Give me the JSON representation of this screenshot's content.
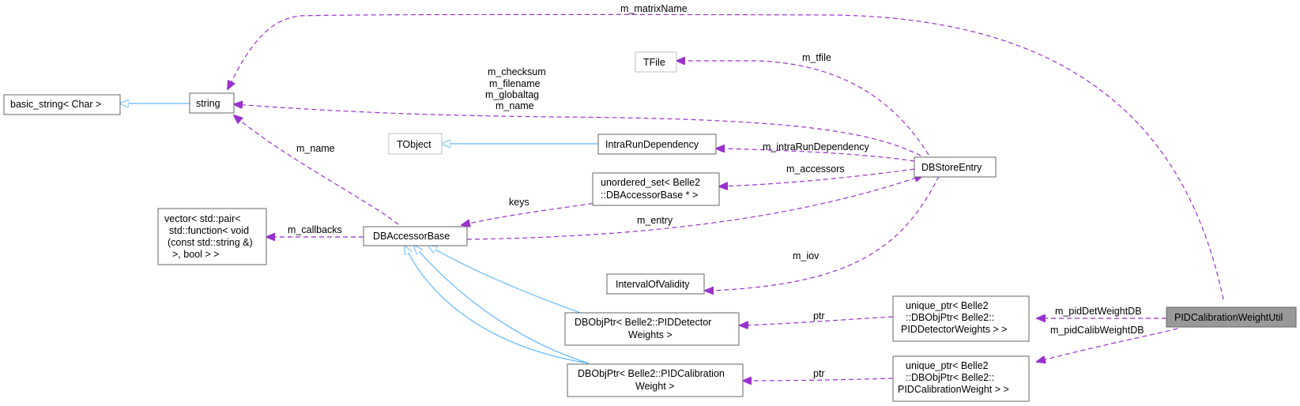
{
  "nodes": {
    "basic_string": "basic_string< Char >",
    "string": "string",
    "tfile": "TFile",
    "tobject": "TObject",
    "intrarun": "IntraRunDependency",
    "dbstoreentry": "DBStoreEntry",
    "unordered_set": [
      "unordered_set< Belle2",
      "::DBAccessorBase * >"
    ],
    "vector_pair": [
      "vector< std::pair<",
      "std::function< void",
      "(const std::string &)",
      ">, bool > >"
    ],
    "dbaccessorbase": "DBAccessorBase",
    "iov": "IntervalOfValidity",
    "dbobjptr_det": [
      "DBObjPtr< Belle2::PIDDetector",
      "Weights >"
    ],
    "dbobjptr_calib": [
      "DBObjPtr< Belle2::PIDCalibration",
      "Weight >"
    ],
    "unique_det": [
      "unique_ptr< Belle2",
      "::DBObjPtr< Belle2::",
      "PIDDetectorWeights > >"
    ],
    "unique_calib": [
      "unique_ptr< Belle2",
      "::DBObjPtr< Belle2::",
      "PIDCalibrationWeight > >"
    ],
    "pidutil": "PIDCalibrationWeightUtil"
  },
  "edge_labels": {
    "matrix_name": "m_matrixName",
    "string_members": [
      "m_checksum",
      "m_filename",
      "m_globaltag",
      "m_name"
    ],
    "tfile": "m_tfile",
    "accessor_name": "m_name",
    "intra": "m_intraRunDependency",
    "accessors": "m_accessors",
    "keys": "keys",
    "callbacks": "m_callbacks",
    "entry": "m_entry",
    "iov": "m_iov",
    "ptr_det": "ptr",
    "ptr_calib": "ptr",
    "det_db": "m_pidDetWeightDB",
    "calib_db": "m_pidCalibWeightDB"
  },
  "colors": {
    "usage_edge": "#9a32cd",
    "inheritance_edge": "#63b8ff",
    "highlight_fill": "#999999",
    "node_border": "#666666",
    "external_border": "#bfbfbf"
  }
}
